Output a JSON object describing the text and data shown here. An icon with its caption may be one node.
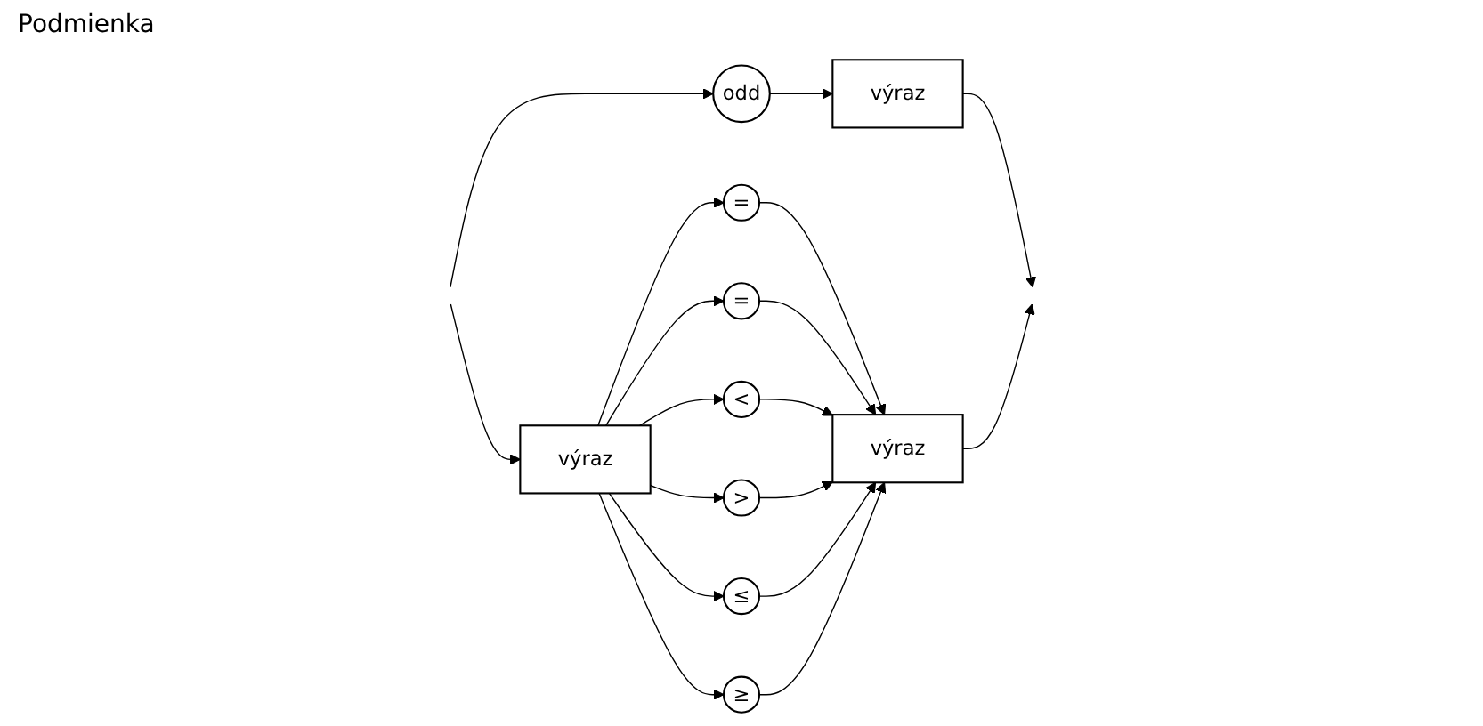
{
  "diagram": {
    "title": "Podmienka",
    "nodes": [
      {
        "text": [
          "odd"
        ]
      },
      {
        "text": [
          "výraz"
        ]
      },
      {
        "text": [
          "výraz"
        ]
      },
      {
        "text": [
          "="
        ]
      },
      {
        "text": [
          "="
        ]
      },
      {
        "text": [
          "<"
        ]
      },
      {
        "text": [
          ">"
        ]
      },
      {
        "text": [
          "≤"
        ]
      },
      {
        "text": [
          "≥"
        ]
      },
      {
        "text": [
          "výraz"
        ]
      }
    ],
    "edges": [
      {
        "from": null,
        "to": 0,
        "arrow": "to"
      },
      {
        "from": null,
        "to": 2,
        "arrow": "to"
      },
      {
        "from": 0,
        "to": 1,
        "arrow": "to"
      },
      {
        "from": 1,
        "to": null,
        "arrow": "to"
      },
      {
        "from": 2,
        "to": 3,
        "arrow": "to"
      },
      {
        "from": 2,
        "to": 4,
        "arrow": "to"
      },
      {
        "from": 2,
        "to": 5,
        "arrow": "to"
      },
      {
        "from": 2,
        "to": 6,
        "arrow": "to"
      },
      {
        "from": 2,
        "to": 7,
        "arrow": "to"
      },
      {
        "from": 2,
        "to": 8,
        "arrow": "to"
      },
      {
        "from": 3,
        "to": 9,
        "arrow": "to"
      },
      {
        "from": 4,
        "to": 9,
        "arrow": "to"
      },
      {
        "from": 5,
        "to": 9,
        "arrow": "to"
      },
      {
        "from": 6,
        "to": 9,
        "arrow": "to"
      },
      {
        "from": 7,
        "to": 9,
        "arrow": "to"
      },
      {
        "from": 8,
        "to": 9,
        "arrow": "to"
      },
      {
        "from": 9,
        "to": null,
        "arrow": "to"
      }
    ]
  }
}
